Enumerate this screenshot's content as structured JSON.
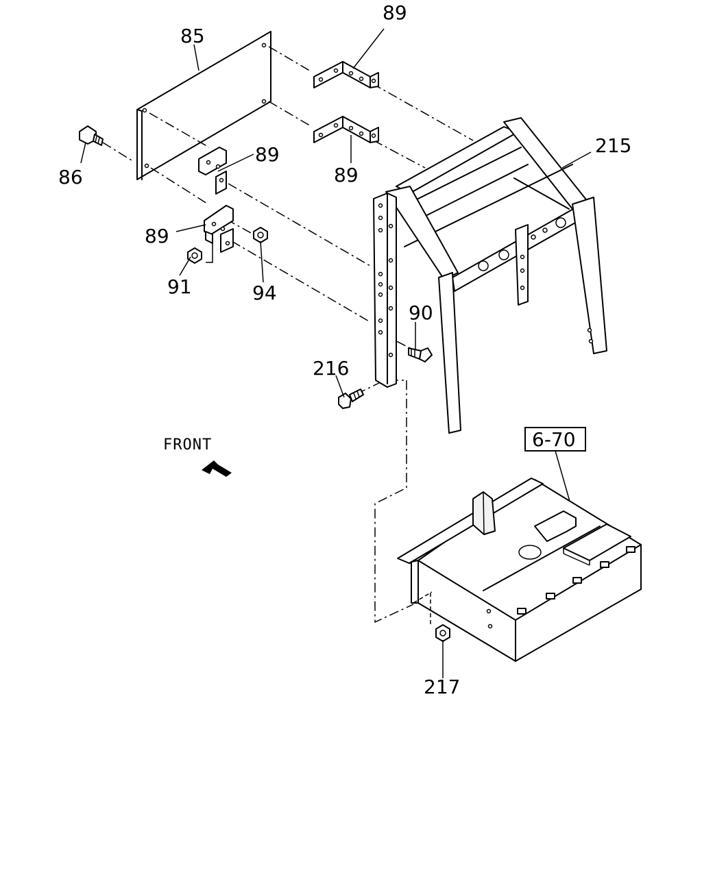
{
  "labels": {
    "plate": "85",
    "bolt_left": "86",
    "bracket_top": "89",
    "bracket_mid_right": "89",
    "bracket_mid_left": "89",
    "bracket_lower": "89",
    "bolt_90": "90",
    "nut_91": "91",
    "nut_94": "94",
    "frame": "215",
    "bolt_216": "216",
    "nut_217": "217",
    "ref_box": "6-70"
  },
  "front_label": "FRONT"
}
